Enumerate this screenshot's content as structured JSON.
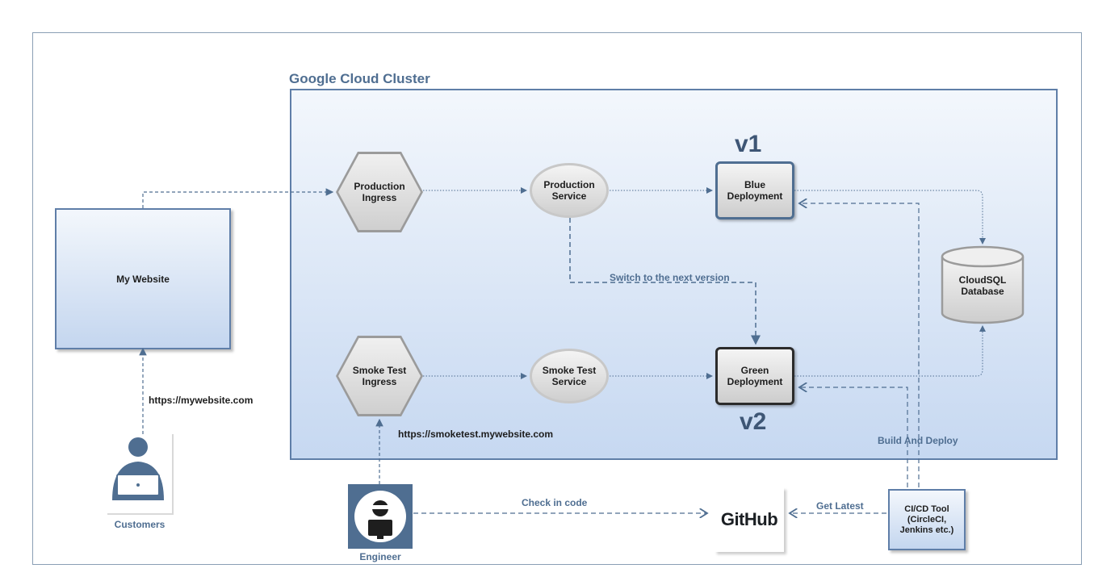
{
  "cluster": {
    "title": "Google Cloud Cluster"
  },
  "website": {
    "label": "My Website"
  },
  "nodes": {
    "production_ingress": {
      "line1": "Production",
      "line2": "Ingress"
    },
    "smoke_ingress": {
      "line1": "Smoke Test",
      "line2": "Ingress"
    },
    "production_service": {
      "line1": "Production",
      "line2": "Service"
    },
    "smoke_service": {
      "line1": "Smoke Test",
      "line2": "Service"
    },
    "blue_deployment": {
      "line1": "Blue",
      "line2": "Deployment",
      "version": "v1"
    },
    "green_deployment": {
      "line1": "Green",
      "line2": "Deployment",
      "version": "v2"
    },
    "database": {
      "line1": "CloudSQL",
      "line2": "Database"
    },
    "github": {
      "label": "GitHub"
    },
    "cicd": {
      "line1": "CI/CD Tool",
      "line2": "(CircleCI,",
      "line3": "Jenkins etc.)"
    }
  },
  "people": {
    "customers": "Customers",
    "engineer": "Engineer"
  },
  "edges": {
    "switch": "Switch to the next version",
    "website_url": "https://mywebsite.com",
    "smoke_url": "https://smoketest.mywebsite.com",
    "check_in": "Check in code",
    "get_latest": "Get Latest",
    "build_deploy": "Build And Deploy"
  },
  "colors": {
    "accent": "#4f6e91",
    "cluster_border": "#5f7ea8",
    "cluster_fill": "#c6d8f1",
    "green_border": "#2b2b2b"
  }
}
